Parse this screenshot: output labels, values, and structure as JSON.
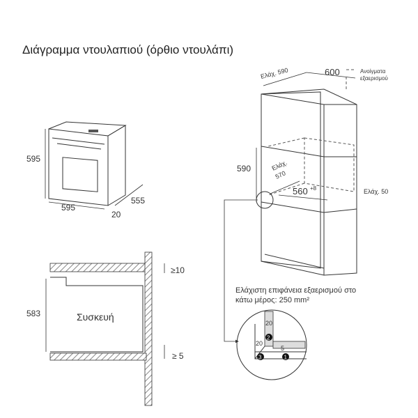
{
  "title": "Διάγραμμα ντουλαπιού (όρθιο ντουλάπι)",
  "oven": {
    "height": "595",
    "width": "595",
    "depth": "555",
    "door": "20"
  },
  "section": {
    "gap_top": "≥10",
    "height": "583",
    "label": "Συσκευή",
    "gap_bottom": "≥ 5"
  },
  "cabinet": {
    "min_depth": "Ελάχ. 590",
    "width": "600",
    "vent_label_1": "Ανοίγματα",
    "vent_label_2": "εξαερισμού",
    "niche_height": "590",
    "min_inner_depth_1": "Ελάχ.",
    "min_inner_depth_2": "570",
    "inner_width": "560",
    "inner_width_tol": "+8",
    "min_gap": "Ελάχ. 50",
    "note_line1": "Ελάχιστη επιφάνεια εξαερισμού στο",
    "note_line2": "κάτω μέρος: 250 mm²"
  },
  "detail": {
    "dim_20_top": "20",
    "dim_20_side": "20",
    "dim_5": "5",
    "marker_1": "1",
    "marker_2": "2",
    "marker_3": "3"
  }
}
